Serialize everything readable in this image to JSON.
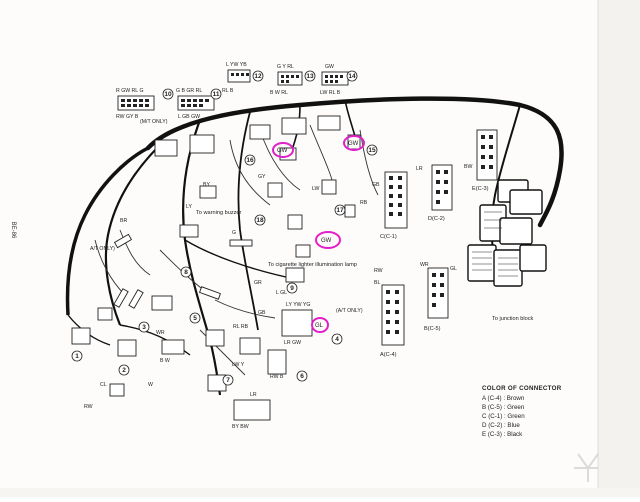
{
  "side_title": "Body Electrical System",
  "page_number": "BE-86",
  "connector_labels": {
    "c4": "A(C-4)",
    "c5": "B(C-5)",
    "c1": "C(C-1)",
    "c2": "D(C-2)",
    "c3": "E(C-3)"
  },
  "annotations": {
    "warning_buzzer": "To warning buzzer",
    "cigarette_lamp": "To cigarette lighter illumination lamp",
    "junction_block": "To junction block",
    "at_only_1": "A/T ONLY)",
    "at_only_2": "(A/T ONLY)",
    "mt_only": "(M/T ONLY)"
  },
  "highlights": {
    "h1": "GW",
    "h2": "GW",
    "h3": "GW",
    "h4": "GL"
  },
  "legend": {
    "title": "COLOR OF CONNECTOR",
    "rows": [
      "A (C-4) : Brown",
      "B (C-5) : Green",
      "C (C-1) : Green",
      "D (C-2) : Blue",
      "E (C-3) : Black"
    ]
  },
  "wire_labels": {
    "top_left_a": "R GW RL G",
    "top_left_b": "RW GY B",
    "top_left_c": "G B GR RL",
    "top_left_d": "L GB GW",
    "top_mid_a": "L YW YB",
    "top_mid_b": "G Y RL",
    "top_mid_c": "RL B",
    "top_mid_d": "B W RL",
    "top_right_a": "GW",
    "top_right_b": "LW RL B",
    "buzzer_by": "BY",
    "buzzer_ly": "LY",
    "br": "BR",
    "g_label": "G",
    "gy": "GY",
    "lw": "LW",
    "rb": "RB",
    "gb": "GB",
    "lr": "LR",
    "bw": "BW",
    "bl": "BL",
    "wr": "WR",
    "rw": "RW",
    "gl_b": "GL",
    "ly_yw_yg": "LY YW YG",
    "gl_l": "L GL",
    "lr_gw": "LR GW",
    "cl": "CL",
    "rw_b": "RW",
    "w_b": "W",
    "wr_b": "WR",
    "bw_w": "B W",
    "rl_rb": "RL RB",
    "lw_y": "LW Y",
    "gr": "GR",
    "by_bw": "BY BW",
    "lr_b": "LR",
    "gb_r": "GB",
    "rw_b2": "RW B"
  },
  "callouts": [
    "1",
    "2",
    "3",
    "4",
    "5",
    "6",
    "7",
    "8",
    "9",
    "10",
    "11",
    "12",
    "13",
    "14",
    "15",
    "16",
    "17",
    "18"
  ]
}
